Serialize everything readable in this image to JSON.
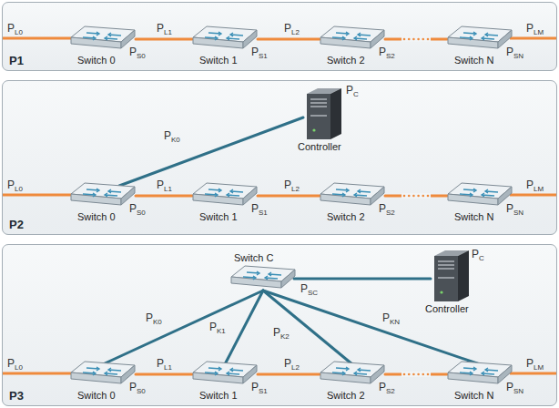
{
  "diagram": {
    "nodes": [
      {
        "text": [
          "P1"
        ]
      },
      {
        "text": [
          "Switch 0"
        ],
        "in": 0
      },
      {
        "text": [
          "Switch 1"
        ],
        "in": 0
      },
      {
        "text": [
          "Switch 2"
        ],
        "in": 0
      },
      {
        "text": [
          "Switch N"
        ],
        "in": 0
      },
      {
        "text": [
          "P2"
        ]
      },
      {
        "text": [
          "Controller"
        ],
        "in": 5
      },
      {
        "text": [
          "Switch 0"
        ],
        "in": 5
      },
      {
        "text": [
          "Switch 1"
        ],
        "in": 5
      },
      {
        "text": [
          "Switch 2"
        ],
        "in": 5
      },
      {
        "text": [
          "Switch N"
        ],
        "in": 5
      },
      {
        "text": [
          "P3"
        ]
      },
      {
        "text": [
          "Switch C"
        ],
        "in": 11
      },
      {
        "text": [
          "Controller"
        ],
        "in": 11
      },
      {
        "text": [
          "Switch 0"
        ],
        "in": 11
      },
      {
        "text": [
          "Switch 1"
        ],
        "in": 11
      },
      {
        "text": [
          "Switch 2"
        ],
        "in": 11
      },
      {
        "text": [
          "Switch N"
        ],
        "in": 11
      }
    ],
    "edges": [
      {
        "from": 1,
        "to": 2,
        "label": "PL1",
        "arrow": "none"
      },
      {
        "from": 2,
        "to": 3,
        "label": "PL2",
        "arrow": "none"
      },
      {
        "from": 3,
        "to": 4,
        "arrow": "none"
      },
      {
        "from": 7,
        "to": 8,
        "label": "PL1",
        "arrow": "none"
      },
      {
        "from": 8,
        "to": 9,
        "label": "PL2",
        "arrow": "none"
      },
      {
        "from": 9,
        "to": 10,
        "arrow": "none"
      },
      {
        "from": 7,
        "to": 6,
        "label": "PK0",
        "arrow": "none"
      },
      {
        "from": 14,
        "to": 15,
        "label": "PL1",
        "arrow": "none"
      },
      {
        "from": 15,
        "to": 16,
        "label": "PL2",
        "arrow": "none"
      },
      {
        "from": 16,
        "to": 17,
        "arrow": "none"
      },
      {
        "from": 12,
        "to": 14,
        "label": "PK0",
        "arrow": "none"
      },
      {
        "from": 12,
        "to": 15,
        "label": "PK1",
        "arrow": "none"
      },
      {
        "from": 12,
        "to": 16,
        "label": "PK2",
        "arrow": "none"
      },
      {
        "from": 12,
        "to": 17,
        "label": "PKN",
        "arrow": "none"
      },
      {
        "from": 12,
        "to": 13,
        "arrow": "none"
      }
    ],
    "labels": [
      "PL0",
      "PS0",
      "PS1",
      "PS2",
      "PSN",
      "PLM",
      "PC",
      "PL0",
      "PS0",
      "PS1",
      "PS2",
      "PSN",
      "PLM",
      "PSC",
      "PC",
      "PL0",
      "PS0",
      "PS1",
      "PS2",
      "PSN",
      "PLM"
    ]
  }
}
